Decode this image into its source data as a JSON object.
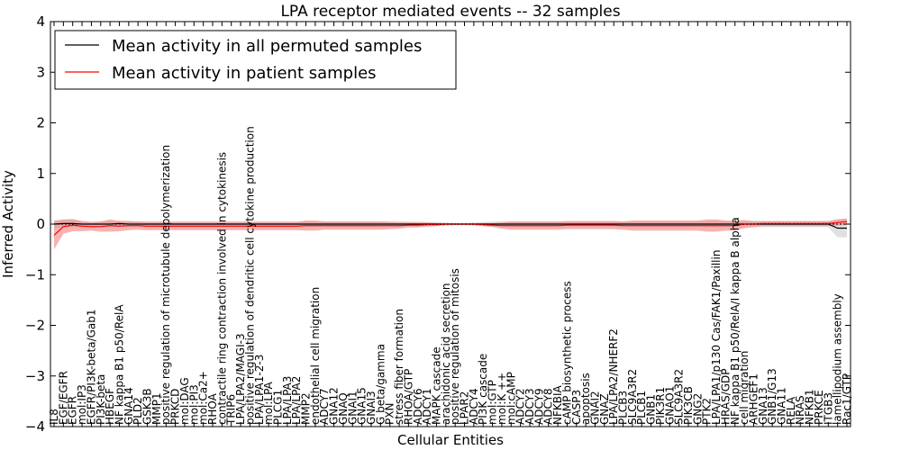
{
  "chart_data": {
    "type": "line",
    "title": "LPA receptor mediated events -- 32 samples",
    "xlabel": "Cellular Entities",
    "ylabel": "Inferred Activity",
    "ylim": [
      -4,
      4
    ],
    "yticks": [
      -4,
      -3,
      -2,
      -1,
      0,
      1,
      2,
      3,
      4
    ],
    "ytick_labels": [
      "−4",
      "−3",
      "−2",
      "−1",
      "0",
      "1",
      "2",
      "3",
      "4"
    ],
    "grid": false,
    "legend_position": "top-left",
    "categories": [
      "IL8",
      "EGF/EGFR",
      "EGFR",
      "mol:IP3",
      "EGFR/PI3K-beta/Gab1",
      "PI3K-beta",
      "HBEGF",
      "NF kappa B1 p50/RelA",
      "GNA14",
      "PLD2",
      "GSK3B",
      "MMP1",
      "positive regulation of microtubule depolymerization",
      "PRKCD",
      "mol:DAG",
      "mol:PI3",
      "mol:Ca2+",
      "RHOA",
      "contractile ring contraction involved in cytokinesis",
      "TRIP6",
      "LPA/LPA2/MAGI-3",
      "positive regulation of dendritic cell cytokine production",
      "LPA/LPA1-2-3",
      "mol:LPA",
      "PLCG1",
      "LPA/LPA3",
      "LPA/LPA2",
      "MMP2",
      "endothelial cell migration",
      "ADCY7",
      "GNA12",
      "GNAQ",
      "GNAI1",
      "GNA15",
      "GNAI3",
      "G beta/gamma",
      "PXN",
      "stress fiber formation",
      "RHOA/GTP",
      "ADCY6",
      "ADCY1",
      "MAPK cascade",
      "arachidonic acid secretion",
      "positive regulation of mitosis",
      "LPAR2",
      "ADCY4",
      "PI3K cascade",
      "mol:GTP",
      "mol:K ++",
      "mol:cAMP",
      "ADCY2",
      "ADCY3",
      "ADCY9",
      "ADCY8",
      "NFKBIA",
      "cAMP biosynthetic process",
      "CASP3",
      "apoptosis",
      "GNAI2",
      "GNAZ",
      "LPA/LPA2/NHERF2",
      "PLCB3",
      "SLC9A3R2",
      "PLCB1",
      "GNB1",
      "PIK3R1",
      "GNAO1",
      "SLC9A3R2",
      "PIK3CB",
      "GNG2",
      "PTK2",
      "LPA/LPA1/p130 Cas/FAK1/Paxillin",
      "HRAS/GDP",
      "NF kappa B1 p50/RelA/I kappa B alpha",
      "cell migration",
      "ARHGEF1",
      "GNA13",
      "GNB1/G13",
      "GNA11",
      "RELA",
      "NRAS",
      "NFKB1",
      "PRKCE",
      "ITGB3",
      "lamellipodium assembly",
      "Rac1/GTP"
    ],
    "series": [
      {
        "name": "Mean activity in all permuted samples",
        "color": "#000000",
        "band_color": "#bbbbbb",
        "values": [
          0.0,
          0.01,
          0.01,
          0.0,
          0.0,
          0.0,
          0.0,
          0.01,
          0.0,
          0.0,
          0.0,
          0.0,
          0.0,
          0.0,
          0.0,
          0.0,
          0.0,
          0.0,
          0.0,
          0.0,
          0.0,
          0.0,
          0.0,
          0.0,
          0.0,
          0.0,
          0.0,
          0.0,
          0.0,
          0.0,
          0.0,
          0.0,
          0.0,
          0.0,
          0.0,
          0.0,
          0.0,
          0.0,
          0.0,
          0.0,
          0.0,
          0.0,
          0.0,
          0.0,
          0.0,
          0.0,
          0.0,
          0.0,
          0.0,
          0.0,
          0.0,
          0.0,
          0.0,
          0.0,
          0.0,
          0.0,
          0.0,
          0.0,
          0.0,
          0.0,
          0.0,
          0.0,
          0.0,
          0.0,
          0.0,
          0.0,
          0.0,
          0.0,
          0.0,
          0.0,
          0.0,
          0.0,
          0.0,
          0.0,
          0.0,
          0.0,
          0.0,
          0.0,
          0.0,
          0.0,
          0.0,
          0.0,
          0.0,
          0.0,
          -0.08,
          -0.08
        ],
        "band": [
          0.08,
          0.08,
          0.08,
          0.06,
          0.06,
          0.06,
          0.06,
          0.06,
          0.06,
          0.06,
          0.06,
          0.06,
          0.06,
          0.06,
          0.06,
          0.06,
          0.06,
          0.06,
          0.06,
          0.06,
          0.06,
          0.06,
          0.06,
          0.06,
          0.06,
          0.06,
          0.06,
          0.06,
          0.06,
          0.06,
          0.06,
          0.06,
          0.06,
          0.06,
          0.06,
          0.06,
          0.06,
          0.06,
          0.05,
          0.05,
          0.04,
          0.04,
          0.03,
          0.02,
          0.02,
          0.03,
          0.04,
          0.05,
          0.06,
          0.06,
          0.06,
          0.06,
          0.06,
          0.06,
          0.06,
          0.06,
          0.06,
          0.06,
          0.06,
          0.06,
          0.06,
          0.06,
          0.06,
          0.06,
          0.06,
          0.06,
          0.06,
          0.06,
          0.06,
          0.06,
          0.06,
          0.06,
          0.06,
          0.06,
          0.06,
          0.06,
          0.06,
          0.06,
          0.06,
          0.06,
          0.06,
          0.06,
          0.06,
          0.06,
          0.18,
          0.18
        ]
      },
      {
        "name": "Mean activity in patient samples",
        "color": "#ff0000",
        "band_color": "#f08080",
        "values": [
          -0.22,
          -0.05,
          -0.02,
          -0.04,
          -0.05,
          -0.05,
          -0.03,
          -0.04,
          -0.03,
          -0.03,
          -0.04,
          -0.04,
          -0.04,
          -0.04,
          -0.04,
          -0.04,
          -0.04,
          -0.04,
          -0.04,
          -0.04,
          -0.04,
          -0.04,
          -0.04,
          -0.04,
          -0.04,
          -0.04,
          -0.04,
          -0.03,
          -0.03,
          -0.03,
          -0.03,
          -0.03,
          -0.03,
          -0.03,
          -0.03,
          -0.03,
          -0.03,
          -0.03,
          -0.02,
          -0.02,
          -0.01,
          -0.01,
          0.0,
          0.0,
          0.0,
          0.0,
          -0.01,
          -0.02,
          -0.03,
          -0.03,
          -0.03,
          -0.03,
          -0.03,
          -0.03,
          -0.03,
          -0.02,
          -0.02,
          -0.02,
          -0.02,
          -0.02,
          -0.02,
          -0.03,
          -0.03,
          -0.03,
          -0.03,
          -0.03,
          -0.03,
          -0.03,
          -0.03,
          -0.03,
          -0.03,
          -0.03,
          -0.03,
          -0.03,
          0.0,
          0.0,
          0.01,
          0.01,
          0.01,
          0.01,
          0.01,
          0.01,
          0.01,
          0.01,
          0.03,
          0.05
        ],
        "band": [
          0.28,
          0.14,
          0.12,
          0.1,
          0.08,
          0.1,
          0.12,
          0.1,
          0.09,
          0.08,
          0.08,
          0.08,
          0.08,
          0.08,
          0.08,
          0.08,
          0.08,
          0.08,
          0.08,
          0.08,
          0.08,
          0.08,
          0.08,
          0.08,
          0.08,
          0.08,
          0.08,
          0.1,
          0.1,
          0.08,
          0.08,
          0.08,
          0.08,
          0.08,
          0.08,
          0.08,
          0.07,
          0.06,
          0.05,
          0.05,
          0.04,
          0.03,
          0.02,
          0.02,
          0.02,
          0.02,
          0.03,
          0.04,
          0.06,
          0.08,
          0.08,
          0.08,
          0.08,
          0.08,
          0.08,
          0.08,
          0.08,
          0.08,
          0.08,
          0.08,
          0.08,
          0.08,
          0.1,
          0.1,
          0.1,
          0.1,
          0.1,
          0.1,
          0.1,
          0.1,
          0.12,
          0.12,
          0.1,
          0.1,
          0.08,
          0.06,
          0.05,
          0.05,
          0.05,
          0.05,
          0.05,
          0.05,
          0.05,
          0.05,
          0.06,
          0.06
        ]
      }
    ]
  }
}
